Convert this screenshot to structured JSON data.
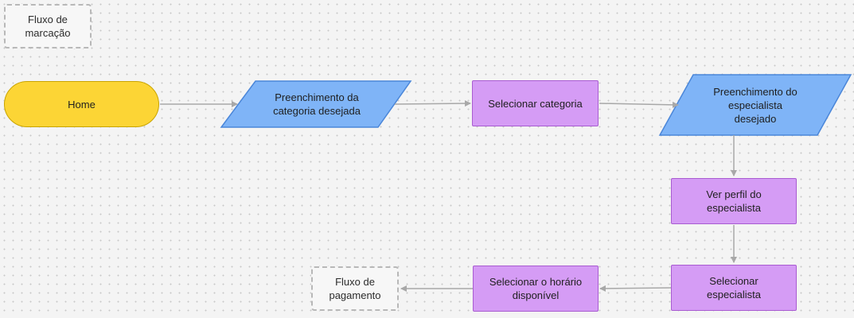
{
  "diagram": {
    "title_note": "Fluxo de\nmarcação",
    "end_note": "Fluxo de\npagamento",
    "nodes": {
      "home": "Home",
      "fill_category": "Preenchimento da\ncategoria desejada",
      "select_category": "Selecionar categoria",
      "fill_specialist": "Preenchimento do\nespecialista\ndesejado",
      "view_profile": "Ver perfil do\nespecialista",
      "select_specialist": "Selecionar\nespecialista",
      "select_time": "Selecionar o horário\ndisponível"
    },
    "edges": [
      [
        "home",
        "fill_category"
      ],
      [
        "fill_category",
        "select_category"
      ],
      [
        "select_category",
        "fill_specialist"
      ],
      [
        "fill_specialist",
        "view_profile"
      ],
      [
        "view_profile",
        "select_specialist"
      ],
      [
        "select_specialist",
        "select_time"
      ],
      [
        "select_time",
        "end_note"
      ]
    ]
  },
  "colors": {
    "terminal": "#fcd535",
    "process": "#d59cf5",
    "input": "#7fb4f7",
    "connector": "#a8a8a8"
  }
}
